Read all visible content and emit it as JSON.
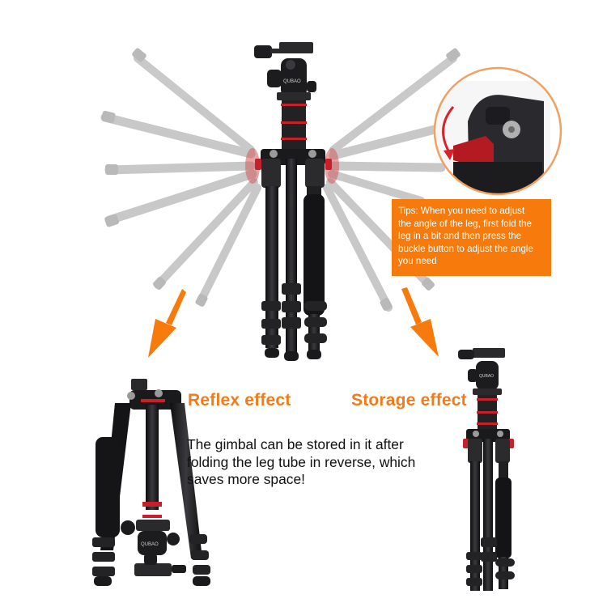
{
  "tips": {
    "lines": [
      "Tips: When you need to adjust",
      "the angle of the leg, first fold the",
      "leg in a bit and then press the",
      "buckle button to adjust the angle",
      "you need"
    ]
  },
  "sections": {
    "reflex": {
      "title": "Reflex effect"
    },
    "storage": {
      "title": "Storage effect"
    }
  },
  "description": {
    "lines": [
      "The gimbal can be stored in it after",
      "folding the leg tube in reverse, which",
      "saves more space!"
    ]
  },
  "product": {
    "brand_mark": "QUBAO"
  },
  "colors": {
    "accent_orange": "#f77a0c",
    "heading_orange": "#f07b1a",
    "ring_red": "#c8202a",
    "body_black": "#1c1c1e",
    "ghost_grey": "#c4c4c4",
    "circle_border": "#f0a060"
  }
}
